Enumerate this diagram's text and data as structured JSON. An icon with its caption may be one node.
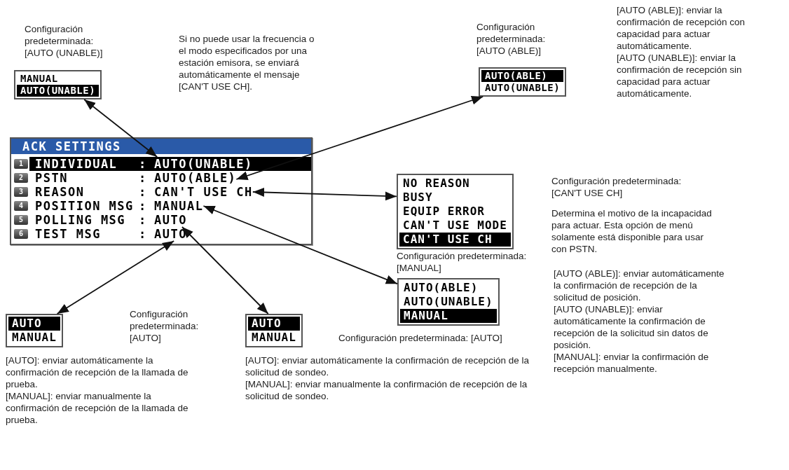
{
  "diagram": {
    "nodes": [
      {
        "text": [
          "ACK SETTINGS"
        ]
      },
      {
        "text": [
          "AUTO(UNABLE)"
        ],
        "in": 0
      },
      {
        "text": [
          "AUTO(ABLE)"
        ],
        "in": 0
      },
      {
        "text": [
          "CAN'T USE CH"
        ],
        "in": 0
      },
      {
        "text": [
          "MANUAL"
        ],
        "in": 0
      },
      {
        "text": [
          "AUTO"
        ],
        "in": 0
      },
      {
        "text": [
          "AUTO"
        ],
        "in": 0
      },
      {
        "text": [
          "MANUAL",
          "AUTO(UNABLE)"
        ],
        "beside": [
          "Configuración predeterminada: [AUTO (UNABLE)]"
        ]
      },
      {
        "text": [
          "AUTO(ABLE)",
          "AUTO(UNABLE)"
        ],
        "beside": [
          "Configuración predeterminada: [AUTO (ABLE)]",
          "[AUTO (ABLE)]: enviar la confirmación de recepción con capacidad para actuar automáticamente.",
          "[AUTO (UNABLE)]: enviar la confirmación de recepción sin capacidad para actuar automáticamente."
        ]
      },
      {
        "text": [
          "NO REASON",
          "BUSY",
          "EQUIP ERROR",
          "CAN'T USE MODE",
          "CAN'T USE CH"
        ],
        "beside": [
          "Configuración predeterminada: [CAN'T USE CH]",
          "Determina el motivo de la incapacidad para actuar. Esta opción de menú solamente está disponible para usar con PSTN."
        ]
      },
      {
        "text": [
          "AUTO(ABLE)",
          "AUTO(UNABLE)",
          "MANUAL"
        ],
        "beside": [
          "Configuración predeterminada: [MANUAL]",
          "[AUTO (ABLE)]: enviar automáticamente la confirmación de recepción de la solicitud de posición.",
          "[AUTO (UNABLE)]: enviar automáticamente la confirmación de recepción de la solicitud sin datos de posición.",
          "[MANUAL]: enviar la confirmación de recepción manualmente."
        ]
      },
      {
        "text": [
          "AUTO",
          "MANUAL"
        ],
        "beside": [
          "Configuración predeterminada: [AUTO]",
          "[AUTO]: enviar automáticamente la confirmación de recepción de la solicitud de sondeo.",
          "[MANUAL]: enviar manualmente la confirmación de recepción de la solicitud de sondeo."
        ]
      },
      {
        "text": [
          "AUTO",
          "MANUAL"
        ],
        "beside": [
          "Configuración predeterminada: [AUTO]",
          "[AUTO]: enviar automáticamente la confirmación de recepción de la llamada de prueba.",
          "[MANUAL]: enviar manualmente la confirmación de recepción de la llamada de prueba."
        ]
      }
    ],
    "edges": [
      {
        "from": 7,
        "to": 1,
        "arrow": "both"
      },
      {
        "from": 8,
        "to": 2,
        "arrow": "both"
      },
      {
        "from": 9,
        "to": 3,
        "arrow": "both"
      },
      {
        "from": 10,
        "to": 4,
        "arrow": "both"
      },
      {
        "from": 11,
        "to": 5,
        "arrow": "both"
      },
      {
        "from": 12,
        "to": 6,
        "arrow": "both"
      }
    ],
    "labels": [
      "Si no puede usar la frecuencia o el modo especificados por una estación emisora, se enviará automáticamente el mensaje [CAN'T USE CH].",
      "1",
      "INDIVIDUAL",
      ":",
      "2",
      "PSTN",
      ":",
      "3",
      "REASON",
      ":",
      "4",
      "POSITION MSG",
      ":",
      "5",
      "POLLING MSG",
      ":",
      "6",
      "TEST MSG",
      ":"
    ]
  }
}
